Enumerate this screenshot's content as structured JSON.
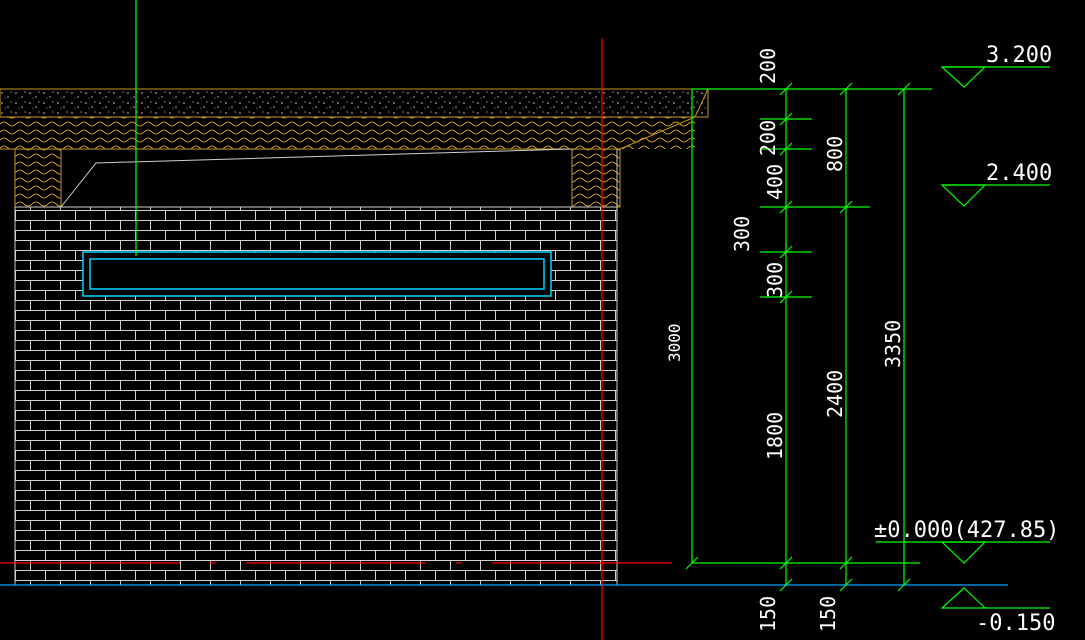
{
  "drawing": {
    "colors": {
      "background": "#000000",
      "dimension": "#00ff00",
      "slab": "#c8961e",
      "brick": "#ffffff",
      "window": "#00ffff",
      "axis_red": "#ff0000",
      "axis_green": "#00ff00",
      "ground": "#00a0ff"
    },
    "elevations": {
      "top": "3.200",
      "mid": "2.400",
      "zero": "±0.000(427.85)",
      "bottom": "-0.150"
    },
    "dims": {
      "d200_top": "200",
      "d200_mid": "200",
      "d400": "400",
      "d300_a": "300",
      "d300_b": "300",
      "d800": "800",
      "d3000": "3000",
      "d1800": "1800",
      "d2400": "2400",
      "d3350": "3350",
      "d150_a": "150",
      "d150_b": "150"
    }
  }
}
